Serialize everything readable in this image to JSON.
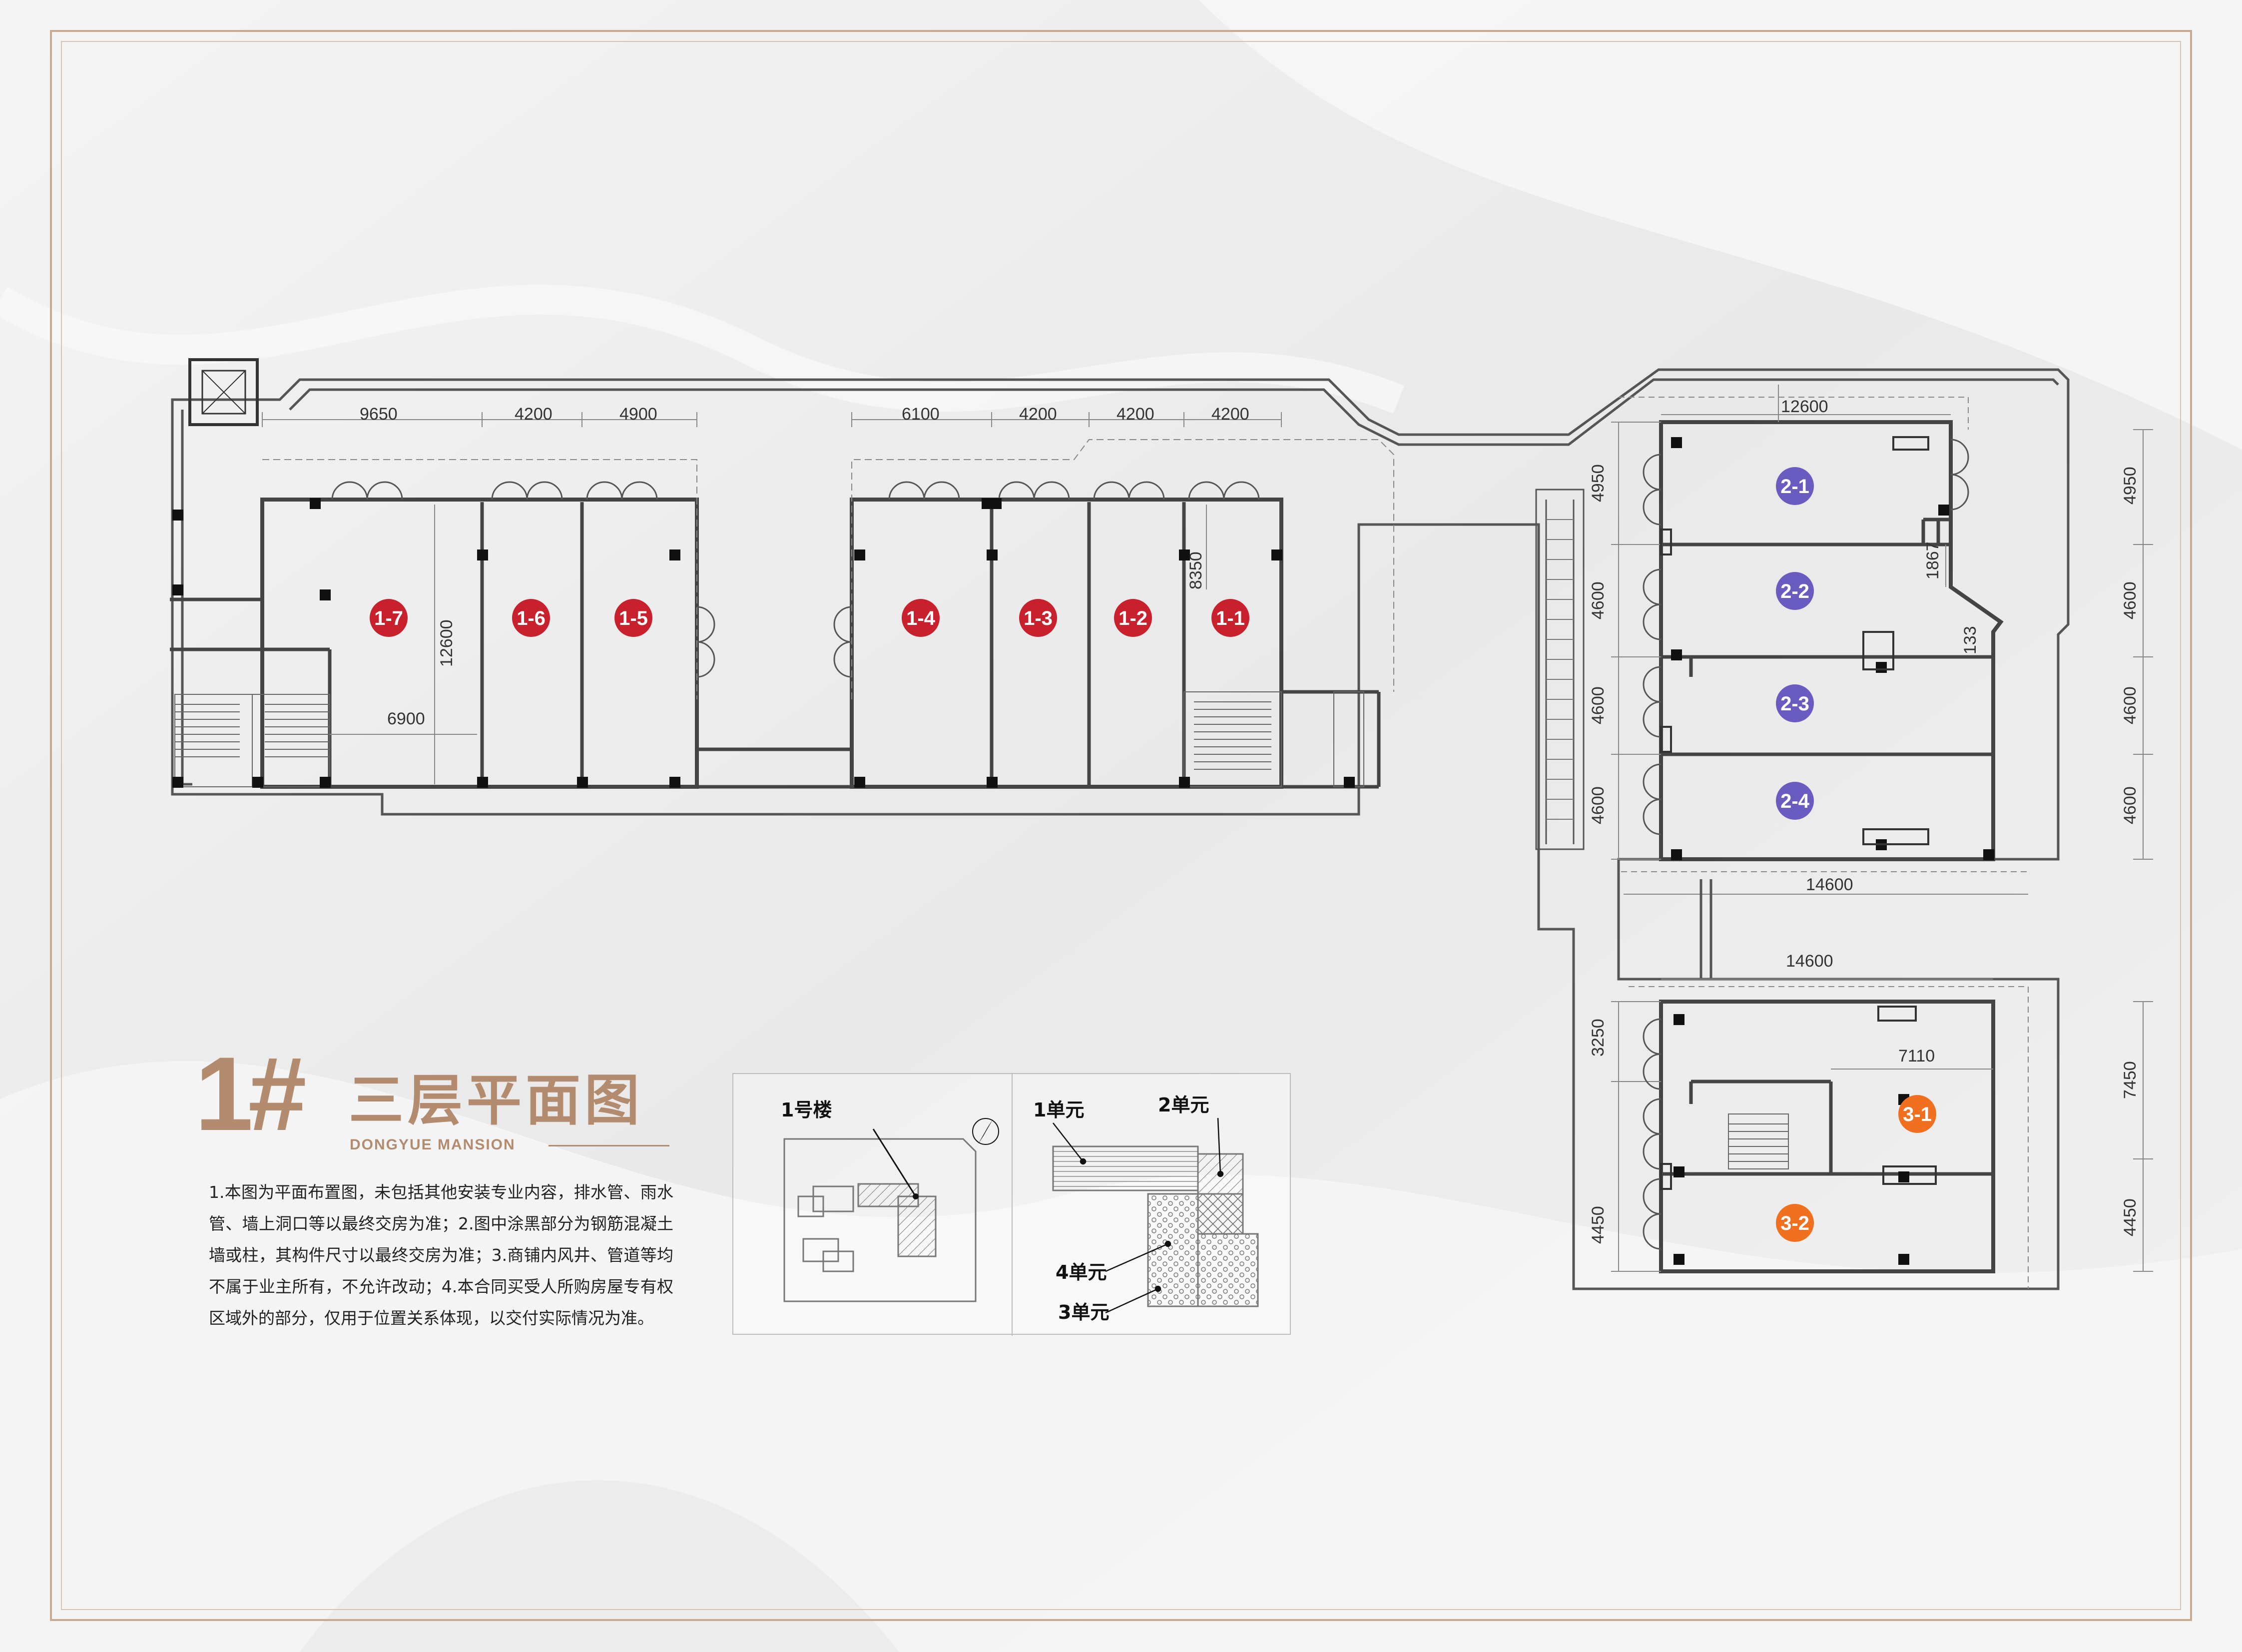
{
  "title": {
    "number": "1#",
    "main": "三层平面图",
    "subtitle": "DONGYUE MANSION"
  },
  "notes": "1.本图为平面布置图，未包括其他安装专业内容，排水管、雨水管、墙上洞口等以最终交房为准；2.图中涂黑部分为钢筋混凝土墙或柱，其构件尺寸以最终交房为准；3.商铺内风井、管道等均不属于业主所有，不允许改动；4.本合同买受人所购房屋专有权区域外的部分，仅用于位置关系体现，以交付实际情况为准。",
  "units": {
    "u1_7": "1-7",
    "u1_6": "1-6",
    "u1_5": "1-5",
    "u1_4": "1-4",
    "u1_3": "1-3",
    "u1_2": "1-2",
    "u1_1": "1-1",
    "u2_1": "2-1",
    "u2_2": "2-2",
    "u2_3": "2-3",
    "u2_4": "2-4",
    "u3_1": "3-1",
    "u3_2": "3-2"
  },
  "colors": {
    "wing1": "#c8202c",
    "wing2": "#6a5bc0",
    "wing3": "#f07020",
    "accent": "#b38c6f"
  },
  "dimensions": {
    "top_9650": "9650",
    "top_4200_a": "4200",
    "top_4900": "4900",
    "top_6100": "6100",
    "top_4200_b": "4200",
    "top_4200_c": "4200",
    "top_4200_d": "4200",
    "d12600_v": "12600",
    "d6900": "6900",
    "d8350": "8350",
    "d12600_h": "12600",
    "d1867": "1867",
    "left_4950": "4950",
    "left_4600_a": "4600",
    "left_4600_b": "4600",
    "left_4600_c": "4600",
    "right_4950": "4950",
    "right_4600_a": "4600",
    "right_4600_b": "4600",
    "right_4600_c": "4600",
    "d14600_a": "14600",
    "d14600_b": "14600",
    "d7110": "7110",
    "left_3250": "3250",
    "left_4450": "4450",
    "right_7450": "7450",
    "right_4450": "4450",
    "d133": "133"
  },
  "key_plan": {
    "building": "1号楼",
    "unit1": "1单元",
    "unit2": "2单元",
    "unit3": "3单元",
    "unit4": "4单元"
  }
}
